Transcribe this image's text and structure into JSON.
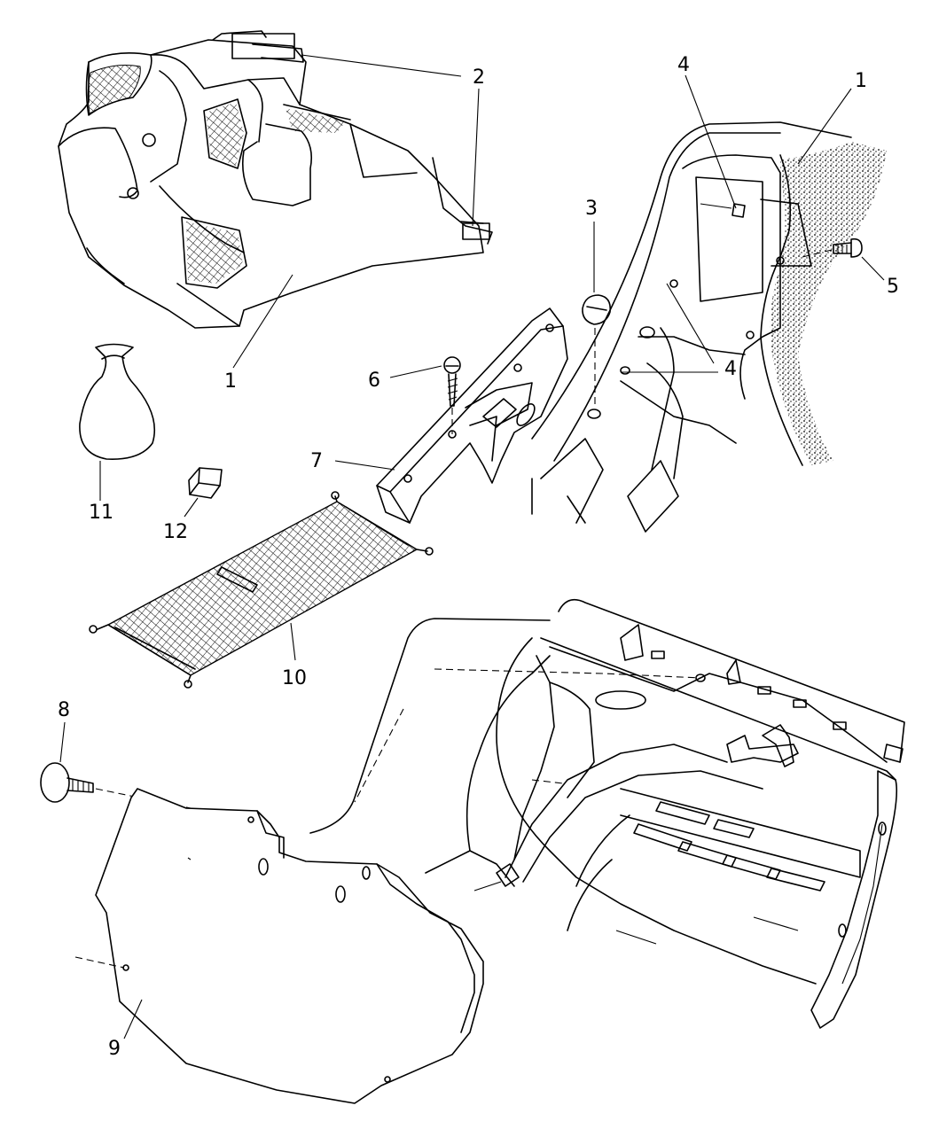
{
  "diagram": {
    "callouts": [
      {
        "id": "c1a",
        "label": "1"
      },
      {
        "id": "c1b",
        "label": "1"
      },
      {
        "id": "c2",
        "label": "2"
      },
      {
        "id": "c3",
        "label": "3"
      },
      {
        "id": "c4a",
        "label": "4"
      },
      {
        "id": "c4b",
        "label": "4"
      },
      {
        "id": "c5",
        "label": "5"
      },
      {
        "id": "c6",
        "label": "6"
      },
      {
        "id": "c7",
        "label": "7"
      },
      {
        "id": "c8",
        "label": "8"
      },
      {
        "id": "c9",
        "label": "9"
      },
      {
        "id": "c10",
        "label": "10"
      },
      {
        "id": "c11",
        "label": "11"
      },
      {
        "id": "c12",
        "label": "12"
      }
    ]
  }
}
